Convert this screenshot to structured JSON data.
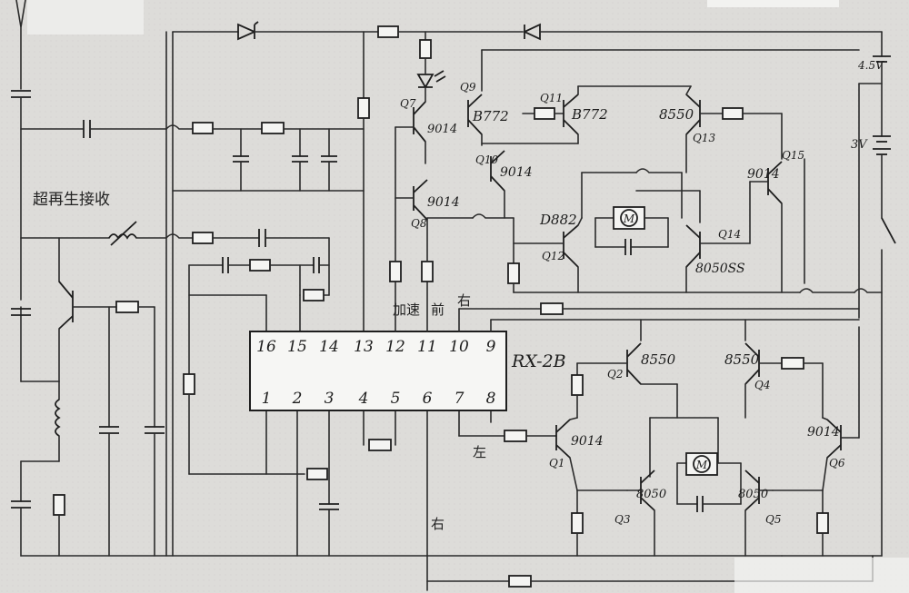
{
  "ic": {
    "name": "RX-2B",
    "top_pins": [
      "16",
      "15",
      "14",
      "13",
      "12",
      "11",
      "10",
      "9"
    ],
    "bottom_pins": [
      "1",
      "2",
      "3",
      "4",
      "5",
      "6",
      "7",
      "8"
    ]
  },
  "notes": {
    "receiver": "超再生接收",
    "supply_high": "4.5V",
    "supply_low": "3V"
  },
  "transistors": [
    {
      "ref": "Q7",
      "type": "9014"
    },
    {
      "ref": "Q9",
      "type": "B772"
    },
    {
      "ref": "Q11",
      "type": "B772"
    },
    {
      "ref": "Q10",
      "type": "9014"
    },
    {
      "ref": "Q8",
      "type": "9014"
    },
    {
      "ref": "Q12",
      "type": "D882"
    },
    {
      "ref": "Q14",
      "type": "8050SS"
    },
    {
      "ref": "Q13",
      "type": "8550"
    },
    {
      "ref": "Q15",
      "type": "9014"
    },
    {
      "ref": "Q2",
      "type": "8550"
    },
    {
      "ref": "Q4",
      "type": "8550"
    },
    {
      "ref": "Q1",
      "type": "9014"
    },
    {
      "ref": "Q6",
      "type": "9014"
    },
    {
      "ref": "Q3",
      "type": "8050"
    },
    {
      "ref": "Q5",
      "type": "8050"
    }
  ],
  "control_labels": {
    "speedup": "加速",
    "forward": "前",
    "right_top": "右",
    "left": "左",
    "right_bottom": "右"
  },
  "motor_symbol": "M"
}
